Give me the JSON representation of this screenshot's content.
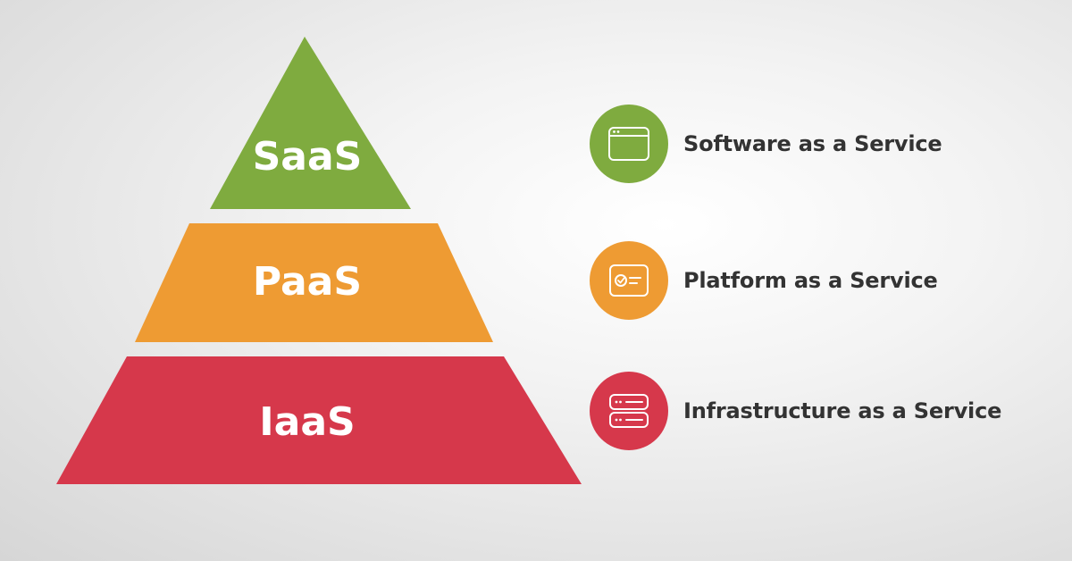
{
  "colors": {
    "saas": "#7fab3f",
    "paas": "#ee9b33",
    "iaas": "#d6384b",
    "label_text": "#333333",
    "icon_stroke": "#ffffff"
  },
  "pyramid": {
    "tiers": [
      {
        "id": "saas",
        "label": "SaaS"
      },
      {
        "id": "paas",
        "label": "PaaS"
      },
      {
        "id": "iaas",
        "label": "IaaS"
      }
    ]
  },
  "legend": [
    {
      "id": "saas",
      "icon": "browser-window-icon",
      "text": "Software as a Service"
    },
    {
      "id": "paas",
      "icon": "platform-card-check-icon",
      "text": "Platform as a Service"
    },
    {
      "id": "iaas",
      "icon": "server-stack-icon",
      "text": "Infrastructure as a Service"
    }
  ]
}
